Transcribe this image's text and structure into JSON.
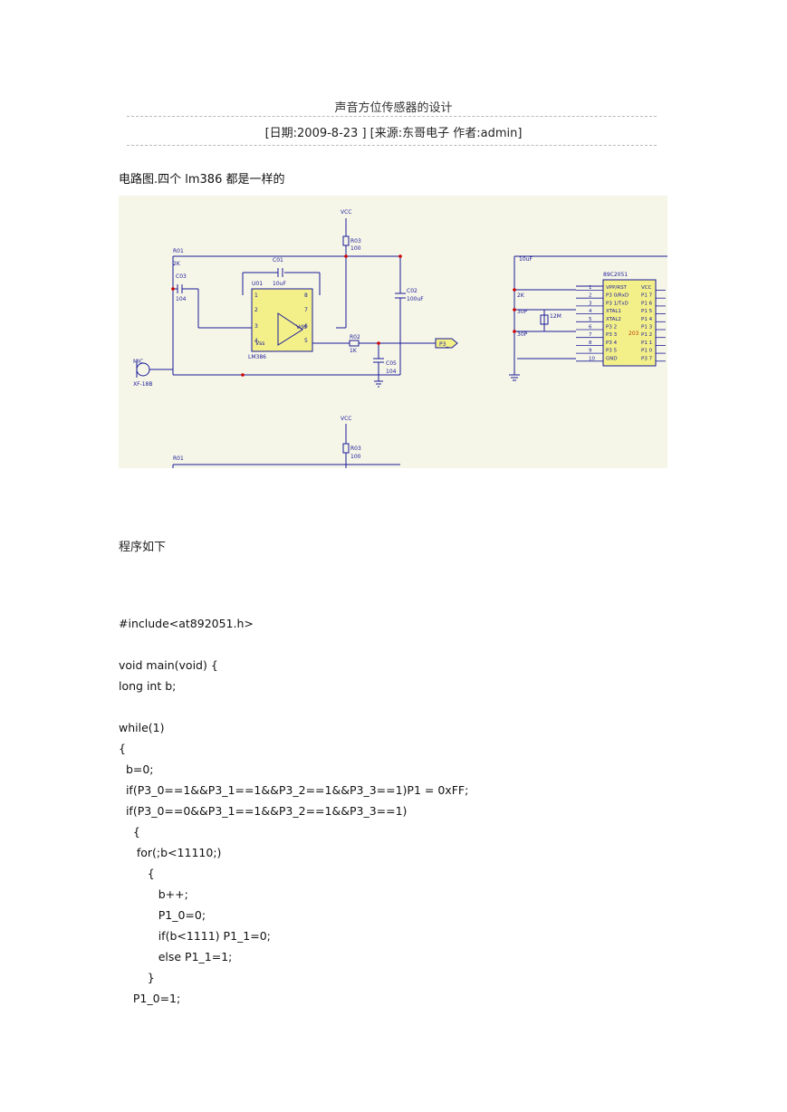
{
  "article": {
    "title": "声音方位传感器的设计",
    "meta": "[日期:2009-8-23  ] [来源:东哥电子  作者:admin]",
    "caption": "电路图.四个 lm386 都是一样的",
    "program_label": "程序如下"
  },
  "schematic": {
    "labels": {
      "vcc_top": "VCC",
      "vcc_bottom": "VCC",
      "r03": "R03",
      "r03_val": "100",
      "r03b": "R03",
      "r03b_val": "100",
      "r01": "R01",
      "r01_val": "2K",
      "r01b": "R01",
      "c01": "C01",
      "c01_val": "10uF",
      "c03": "C03",
      "c03_val": "104",
      "c02": "C02",
      "c02_val": "100uF",
      "u01": "U01",
      "lm386": "LM386",
      "vdd": "Vdd",
      "vss": "Vss",
      "r02": "R02",
      "r02_val": "1K",
      "c05": "C05",
      "c05_val": "104",
      "p3": "P3_",
      "mic": "MIC",
      "mic_part": "XF-18B",
      "cap10uf": "10uF",
      "r2k": "2K",
      "c30p_1": "30P",
      "c30p_2": "30P",
      "xtal_val": "12M",
      "mcu_name": "89C2051",
      "mcu_chip_mark": "203"
    },
    "mcu_pins_left": [
      {
        "num": "1",
        "name": "VPP/RST"
      },
      {
        "num": "2",
        "name": "P3 0/RxD"
      },
      {
        "num": "3",
        "name": "P3 1/TxD"
      },
      {
        "num": "4",
        "name": "XTAL1"
      },
      {
        "num": "5",
        "name": "XTAL2"
      },
      {
        "num": "6",
        "name": "P3 2"
      },
      {
        "num": "7",
        "name": "P3 3"
      },
      {
        "num": "8",
        "name": "P3 4"
      },
      {
        "num": "9",
        "name": "P3 5"
      },
      {
        "num": "10",
        "name": "GND"
      }
    ],
    "mcu_pins_right": [
      "VCC",
      "P1 7",
      "P1 6",
      "P1 5",
      "P1 4",
      "P1 3",
      "P1 2",
      "P1 1",
      "P1 0",
      "P3 7"
    ],
    "lm386_pins": [
      "1",
      "2",
      "3",
      "4",
      "5",
      "6",
      "7",
      "8"
    ]
  },
  "code": [
    "#include<at892051.h>",
    "",
    "void main(void) {",
    "long int b;",
    "",
    "while(1)",
    "{",
    "  b=0;",
    "  if(P3_0==1&&P3_1==1&&P3_2==1&&P3_3==1)P1 = 0xFF;",
    "  if(P3_0==0&&P3_1==1&&P3_2==1&&P3_3==1)",
    "    {",
    "     for(;b<11110;)",
    "        {",
    "           b++;",
    "           P1_0=0;",
    "           if(b<1111) P1_1=0;",
    "           else P1_1=1;",
    "        }",
    "    P1_0=1;"
  ]
}
